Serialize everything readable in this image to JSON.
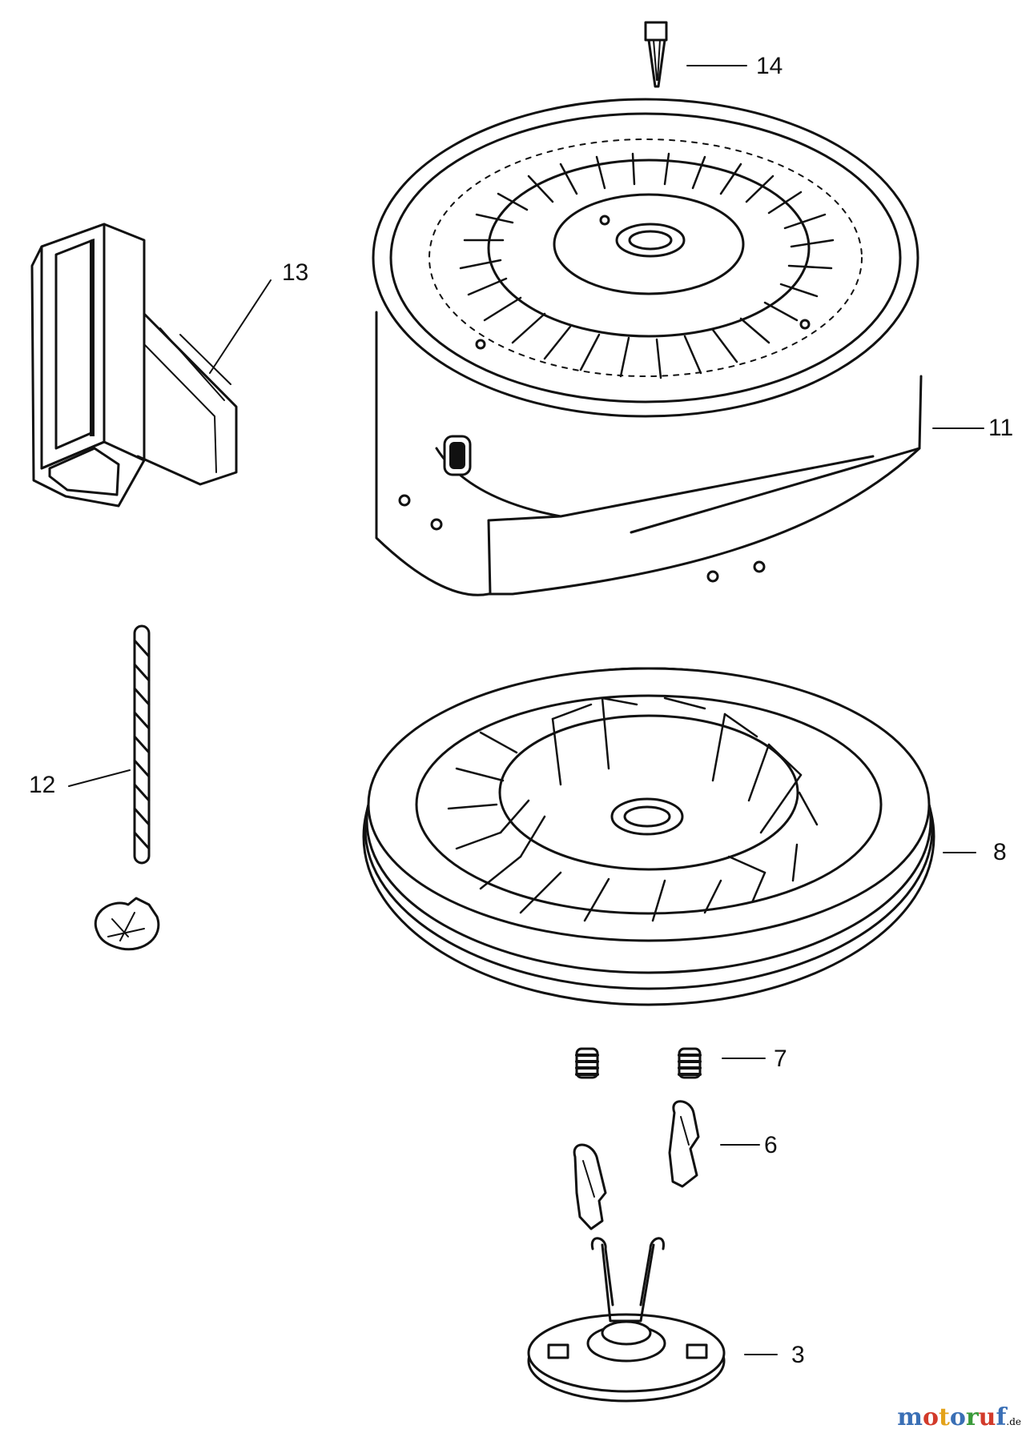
{
  "diagram": {
    "parts": [
      {
        "id": "part-14",
        "callout": "14",
        "name": "spring-pin"
      },
      {
        "id": "part-13",
        "callout": "13",
        "name": "starter-handle"
      },
      {
        "id": "part-11",
        "callout": "11",
        "name": "starter-housing"
      },
      {
        "id": "part-12",
        "callout": "12",
        "name": "starter-rope"
      },
      {
        "id": "part-8",
        "callout": "8",
        "name": "rope-pulley"
      },
      {
        "id": "part-7",
        "callout": "7",
        "name": "pawl-springs"
      },
      {
        "id": "part-6",
        "callout": "6",
        "name": "pawls"
      },
      {
        "id": "part-3",
        "callout": "3",
        "name": "pawl-retainer-hub"
      }
    ]
  },
  "watermark": {
    "letters": [
      "m",
      "o",
      "t",
      "o",
      "r",
      "u",
      "f"
    ],
    "colors": [
      "#3a6fb5",
      "#d23a2a",
      "#e3a21a",
      "#3a6fb5",
      "#3a9a3a",
      "#d23a2a",
      "#3a6fb5"
    ],
    "suffix": ".de"
  }
}
